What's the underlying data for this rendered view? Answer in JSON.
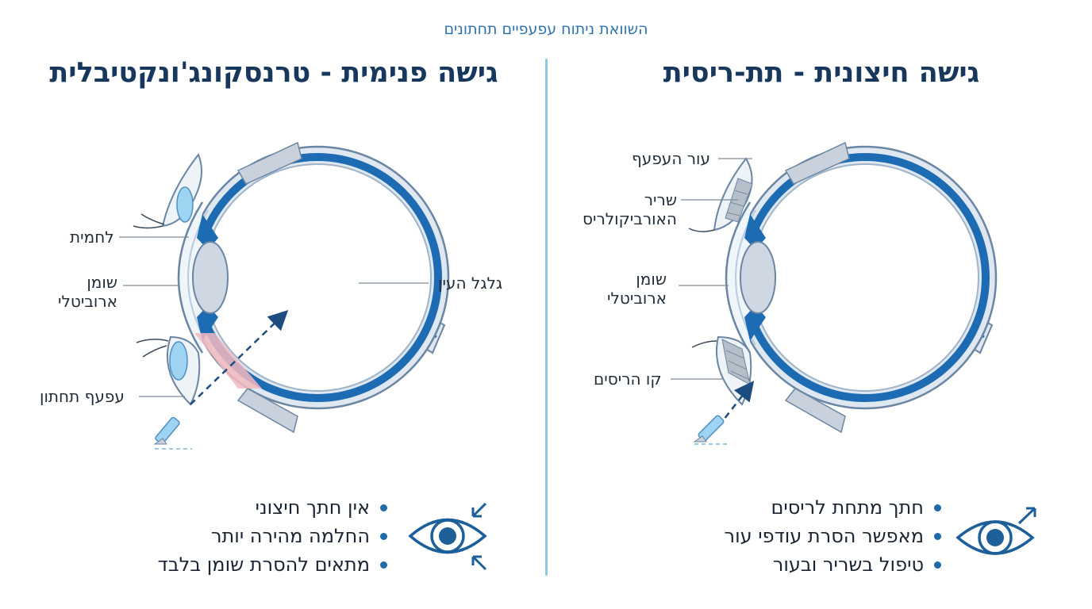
{
  "header": {
    "title": "השוואת ניתוח עפעפיים תחתונים"
  },
  "left_panel": {
    "title": "גישה פנימית - טרנסקונג'ונקטיבלית",
    "labels": {
      "conjunctiva": "לחמית",
      "orbital_fat_line1": "שומן",
      "orbital_fat_line2": "ארוביטלי",
      "lower_eyelid": "עפעף תחתון",
      "eyeball": "גלגל העין"
    },
    "bullets": [
      "אין חתך חיצוני",
      "החלמה מהירה יותר",
      "מתאים להסרת שומן בלבד"
    ],
    "icon": "eye-inward-arrows-icon"
  },
  "right_panel": {
    "title": "גישה חיצונית - תת-ריסית",
    "labels": {
      "eyelid_skin": "עור העפעף",
      "orbicularis_line1": "שריר",
      "orbicularis_line2": "האורביקולריס",
      "orbital_fat_line1": "שומן",
      "orbital_fat_line2": "ארוביטלי",
      "lash_line": "קו הריסים"
    },
    "bullets": [
      "חתך מתחת לריסים",
      "מאפשר הסרת עודפי עור",
      "טיפול בשריר ובעור"
    ],
    "icon": "eye-outward-arrow-icon"
  },
  "colors": {
    "accent": "#1f6aa8",
    "title": "#17385c",
    "divider": "#8cc7e8",
    "sclera": "#dfe7f0",
    "choroid": "#1d6cb3",
    "fat": "#9ed3f2",
    "incision_path": "#f3b9bf"
  }
}
